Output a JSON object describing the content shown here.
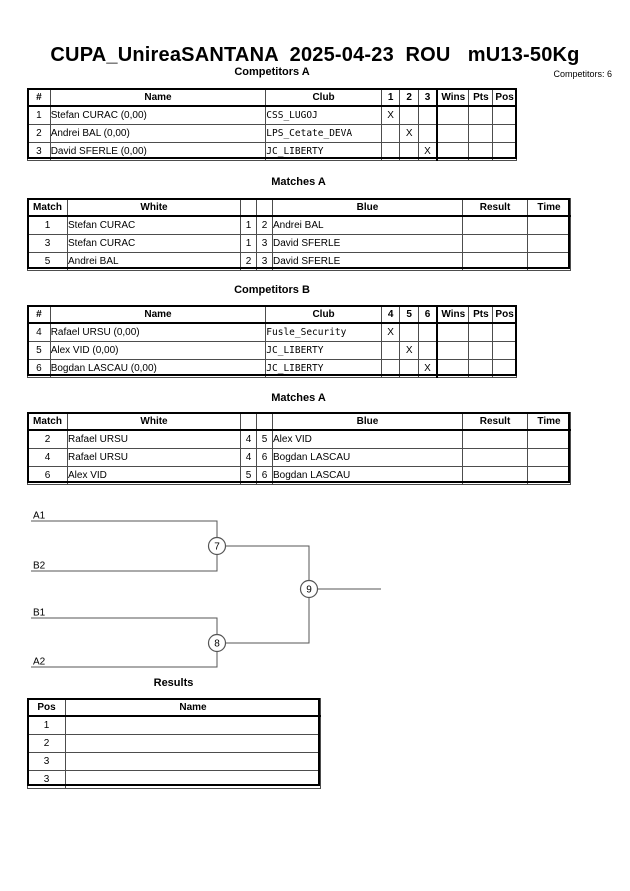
{
  "document": {
    "title": "CUPA_UnireaSANTANA  2025-04-23  ROU   mU13-50Kg",
    "competitors_label": "Competitors: 6"
  },
  "pool_a": {
    "heading": "Competitors A",
    "columns": [
      "#",
      "Name",
      "Club",
      "1",
      "2",
      "3",
      "Wins",
      "Pts",
      "Pos"
    ],
    "rows": [
      {
        "num": "1",
        "name": "Stefan CURAC  (0,00)",
        "club": "CSS_LUGOJ",
        "m1": "X",
        "m2": "",
        "m3": "",
        "wins": "",
        "pts": "",
        "pos": ""
      },
      {
        "num": "2",
        "name": "Andrei BAL  (0,00)",
        "club": "LPS_Cetate_DEVA",
        "m1": "",
        "m2": "X",
        "m3": "",
        "wins": "",
        "pts": "",
        "pos": ""
      },
      {
        "num": "3",
        "name": "David SFERLE  (0,00)",
        "club": "JC_LIBERTY",
        "m1": "",
        "m2": "",
        "m3": "X",
        "wins": "",
        "pts": "",
        "pos": ""
      }
    ]
  },
  "matches_a": {
    "heading": "Matches A",
    "columns": [
      "Match",
      "White",
      "",
      "",
      "Blue",
      "Result",
      "Time"
    ],
    "rows": [
      {
        "match": "1",
        "white": "Stefan CURAC",
        "wn": "1",
        "bn": "2",
        "blue": "Andrei BAL",
        "result": "",
        "time": ""
      },
      {
        "match": "3",
        "white": "Stefan CURAC",
        "wn": "1",
        "bn": "3",
        "blue": "David SFERLE",
        "result": "",
        "time": ""
      },
      {
        "match": "5",
        "white": "Andrei BAL",
        "wn": "2",
        "bn": "3",
        "blue": "David SFERLE",
        "result": "",
        "time": ""
      }
    ]
  },
  "pool_b": {
    "heading": "Competitors B",
    "columns": [
      "#",
      "Name",
      "Club",
      "4",
      "5",
      "6",
      "Wins",
      "Pts",
      "Pos"
    ],
    "rows": [
      {
        "num": "4",
        "name": "Rafael URSU  (0,00)",
        "club": "Fusle_Security",
        "m1": "X",
        "m2": "",
        "m3": "",
        "wins": "",
        "pts": "",
        "pos": ""
      },
      {
        "num": "5",
        "name": "Alex VID  (0,00)",
        "club": "JC_LIBERTY",
        "m1": "",
        "m2": "X",
        "m3": "",
        "wins": "",
        "pts": "",
        "pos": ""
      },
      {
        "num": "6",
        "name": "Bogdan LASCAU  (0,00)",
        "club": "JC_LIBERTY",
        "m1": "",
        "m2": "",
        "m3": "X",
        "wins": "",
        "pts": "",
        "pos": ""
      }
    ]
  },
  "matches_b": {
    "heading": "Matches A",
    "columns": [
      "Match",
      "White",
      "",
      "",
      "Blue",
      "Result",
      "Time"
    ],
    "rows": [
      {
        "match": "2",
        "white": "Rafael URSU",
        "wn": "4",
        "bn": "5",
        "blue": "Alex VID",
        "result": "",
        "time": ""
      },
      {
        "match": "4",
        "white": "Rafael URSU",
        "wn": "4",
        "bn": "6",
        "blue": "Bogdan LASCAU",
        "result": "",
        "time": ""
      },
      {
        "match": "6",
        "white": "Alex VID",
        "wn": "5",
        "bn": "6",
        "blue": "Bogdan LASCAU",
        "result": "",
        "time": ""
      }
    ]
  },
  "bracket": {
    "seeds": [
      {
        "label": "A1"
      },
      {
        "label": "B2"
      },
      {
        "label": "B1"
      },
      {
        "label": "A2"
      }
    ],
    "nodes": [
      {
        "label": "7"
      },
      {
        "label": "8"
      },
      {
        "label": "9"
      }
    ],
    "line_color": "#555555"
  },
  "results": {
    "heading": "Results",
    "columns": [
      "Pos",
      "Name"
    ],
    "rows": [
      {
        "pos": "1",
        "name": ""
      },
      {
        "pos": "2",
        "name": ""
      },
      {
        "pos": "3",
        "name": ""
      },
      {
        "pos": "3",
        "name": ""
      }
    ]
  }
}
